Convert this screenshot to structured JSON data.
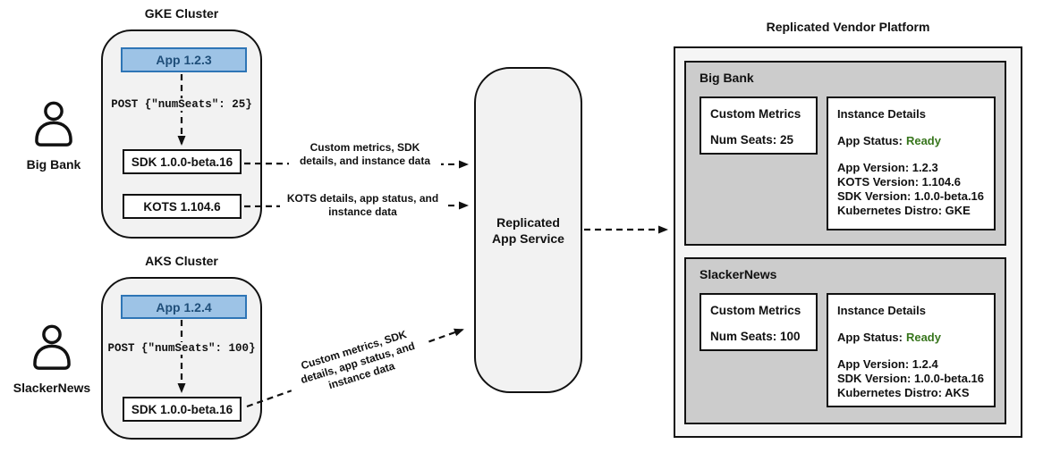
{
  "colors": {
    "app_box_fill": "#9dc3e6",
    "app_box_border": "#2e75b6",
    "app_box_text": "#1f4e79",
    "status_green": "#38761d",
    "section_gray": "#cccccc",
    "cluster_gray": "#f2f2f2"
  },
  "users": [
    {
      "label": "Big Bank"
    },
    {
      "label": "SlackerNews"
    }
  ],
  "clusters": [
    {
      "title": "GKE Cluster",
      "app": "App 1.2.3",
      "post": "POST {\"numSeats\": 25}",
      "sdk": "SDK 1.0.0-beta.16",
      "kots": "KOTS 1.104.6"
    },
    {
      "title": "AKS Cluster",
      "app": "App 1.2.4",
      "post": "POST {\"numSeats\": 100}",
      "sdk": "SDK 1.0.0-beta.16"
    }
  ],
  "arrows": {
    "gke_sdk": {
      "lines": [
        "Custom metrics, SDK",
        "details, and instance data"
      ]
    },
    "gke_kots": {
      "lines": [
        "KOTS details, app status, and",
        "instance data"
      ]
    },
    "aks_sdk": {
      "lines": [
        "Custom metrics, SDK",
        "details, app status, and",
        "instance data"
      ]
    }
  },
  "service": {
    "name": "Replicated App Service"
  },
  "platform": {
    "title": "Replicated Vendor Platform",
    "sections": [
      {
        "name": "Big Bank",
        "custom_metrics": {
          "title": "Custom Metrics",
          "value": "Num Seats: 25"
        },
        "instance_details": {
          "title": "Instance Details",
          "status_label": "App Status:",
          "status_value": "Ready",
          "lines": [
            "App Version: 1.2.3",
            "KOTS Version: 1.104.6",
            "SDK Version: 1.0.0-beta.16",
            "Kubernetes Distro: GKE"
          ]
        }
      },
      {
        "name": "SlackerNews",
        "custom_metrics": {
          "title": "Custom Metrics",
          "value": "Num Seats: 100"
        },
        "instance_details": {
          "title": "Instance Details",
          "status_label": "App Status:",
          "status_value": "Ready",
          "lines": [
            "App Version: 1.2.4",
            "SDK Version: 1.0.0-beta.16",
            "Kubernetes Distro: AKS"
          ]
        }
      }
    ]
  }
}
